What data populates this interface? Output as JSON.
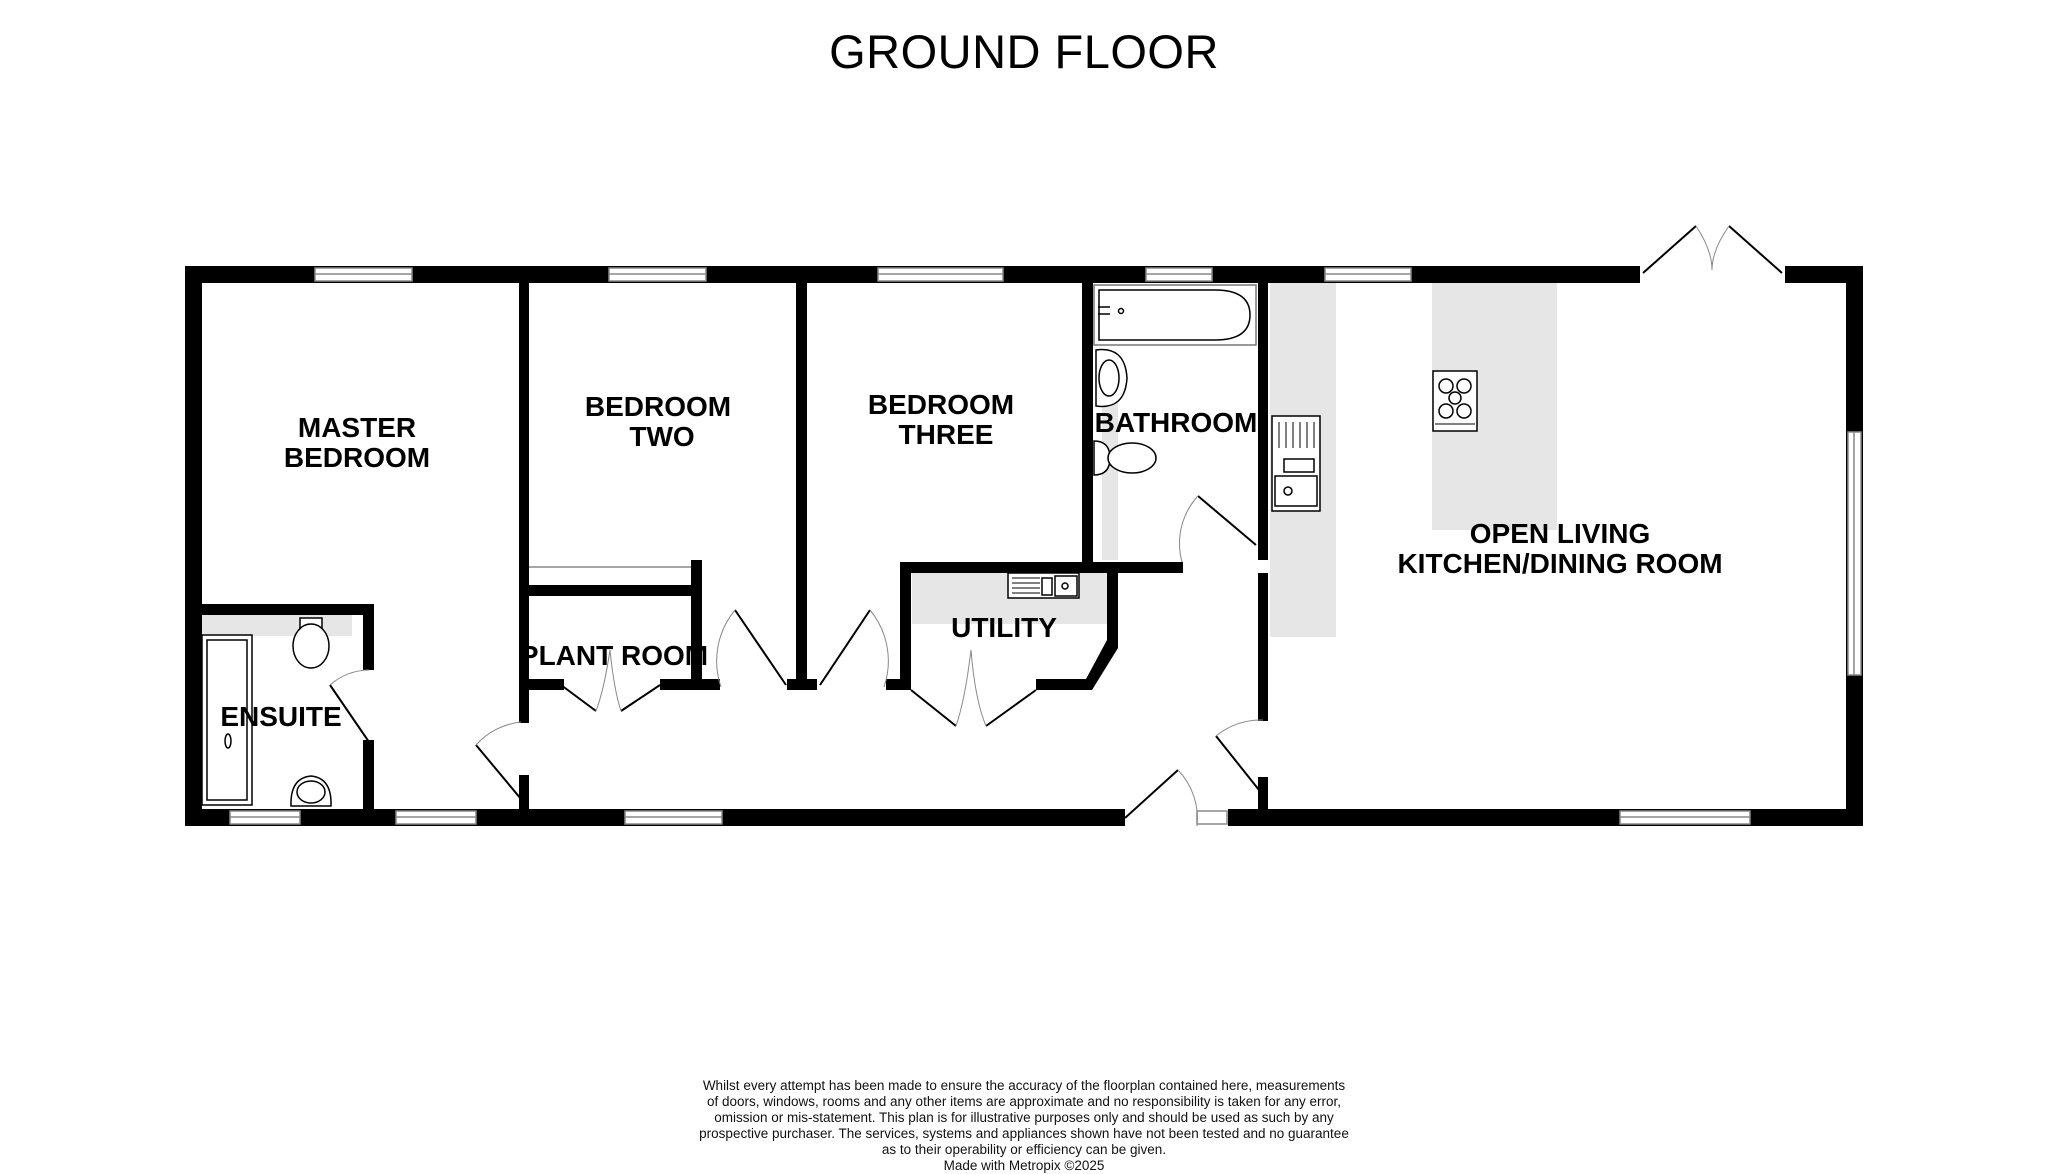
{
  "title": "GROUND FLOOR",
  "rooms": {
    "master_bedroom": {
      "line1": "MASTER",
      "line2": "BEDROOM"
    },
    "bedroom_two": {
      "line1": "BEDROOM",
      "line2": "TWO"
    },
    "bedroom_three": {
      "line1": "BEDROOM",
      "line2": "THREE"
    },
    "bathroom": {
      "line1": "BATHROOM"
    },
    "open_living": {
      "line1": "OPEN LIVING",
      "line2": "KITCHEN/DINING ROOM"
    },
    "ensuite": {
      "line1": "ENSUITE"
    },
    "plant_room": {
      "line1": "PLANT ROOM"
    },
    "utility": {
      "line1": "UTILITY"
    }
  },
  "fixtures": [
    "bath",
    "basin",
    "toilet",
    "kitchen-sink",
    "hob",
    "utility-sink"
  ],
  "colors": {
    "wall": "#000000",
    "worktop": "#e6e6e6",
    "window": "#ffffff",
    "background": "#ffffff"
  },
  "disclaimer": {
    "lines": [
      "Whilst every attempt has been made to ensure the accuracy of the floorplan contained here, measurements",
      "of doors, windows, rooms and any other items are approximate and no responsibility is taken for any error,",
      "omission or mis-statement. This plan is for illustrative purposes only and should be used as such by any",
      "prospective purchaser. The services, systems and appliances shown have not been tested and no guarantee",
      "as to their operability or efficiency can be given."
    ],
    "credit": "Made with Metropix ©2025"
  }
}
